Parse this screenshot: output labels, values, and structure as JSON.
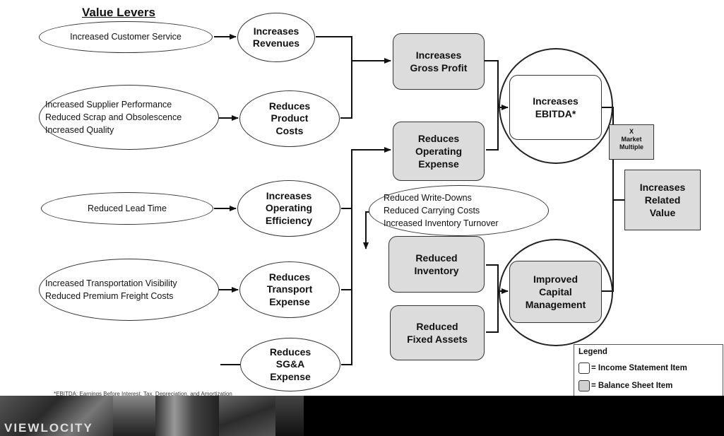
{
  "title": "Value Levers",
  "levers": {
    "customer_service": "Increased Customer Service",
    "supplier": [
      "Increased Supplier Performance",
      "Reduced Scrap and Obsolescence",
      "Increased Quality"
    ],
    "lead_time": "Reduced Lead Time",
    "transport": [
      "Increased Transportation Visibility",
      "Reduced Premium Freight Costs"
    ],
    "inventory_effects": [
      "Reduced Write-Downs",
      "Reduced Carrying Costs",
      "Increased Inventory Turnover"
    ]
  },
  "effects": {
    "revenues": [
      "Increases",
      "Revenues"
    ],
    "product_costs": [
      "Reduces",
      "Product",
      "Costs"
    ],
    "operating_efficiency": [
      "Increases",
      "Operating",
      "Efficiency"
    ],
    "transport_expense": [
      "Reduces",
      "Transport",
      "Expense"
    ],
    "sga": [
      "Reduces",
      "SG&A",
      "Expense"
    ]
  },
  "outcomes": {
    "gross_profit": [
      "Increases",
      "Gross Profit"
    ],
    "operating_expense": [
      "Reduces",
      "Operating",
      "Expense"
    ],
    "inventory": [
      "Reduced",
      "Inventory"
    ],
    "fixed_assets": [
      "Reduced",
      "Fixed Assets"
    ],
    "ebitda": [
      "Increases",
      "EBITDA*"
    ],
    "capital": [
      "Improved",
      "Capital",
      "Management"
    ],
    "related_value": [
      "Increases",
      "Related",
      "Value"
    ]
  },
  "multiplier": [
    "X",
    "Market",
    "Multiple"
  ],
  "legend": {
    "title": "Legend",
    "income": "= Income Statement Item",
    "balance": "= Balance Sheet Item"
  },
  "footnote": "*EBITDA: Earnings Before Interest, Tax, Depreciation, and Amortization",
  "logo": "VIEWLOCITY"
}
